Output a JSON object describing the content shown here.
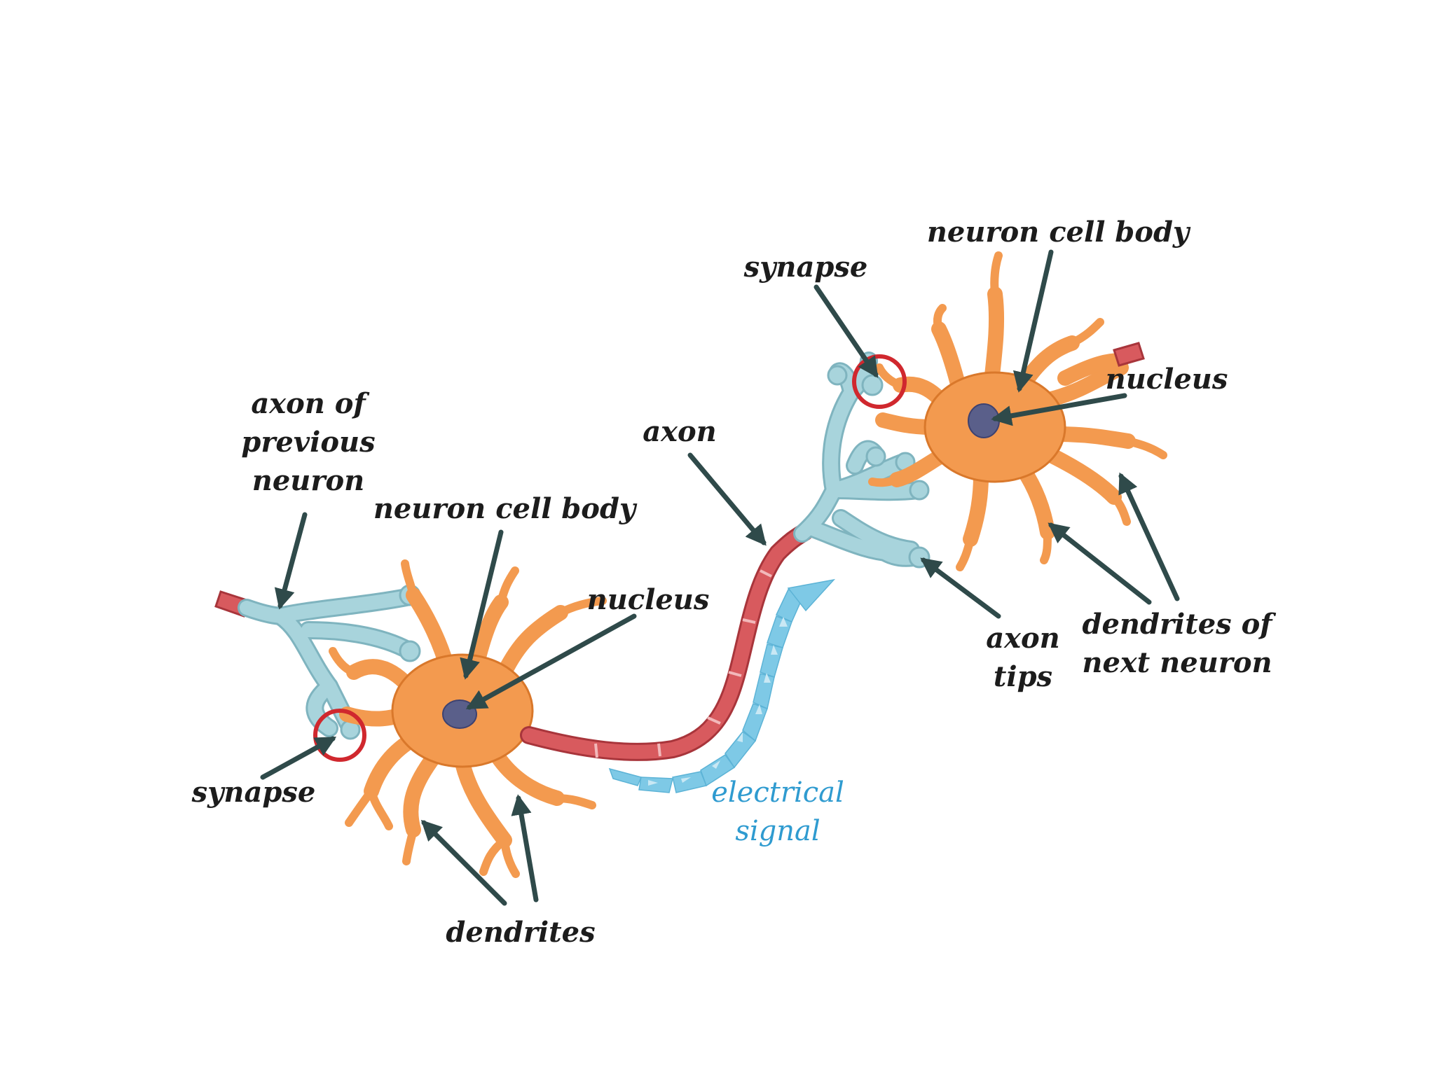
{
  "labels": {
    "axon_of_previous_neuron": [
      "axon of",
      "previous",
      "neuron"
    ],
    "neuron_cell_body_left": "neuron cell body",
    "nucleus_left": "nucleus",
    "synapse_left": "synapse",
    "dendrites": "dendrites",
    "axon": "axon",
    "electrical_signal": [
      "electrical",
      "signal"
    ],
    "synapse_right": "synapse",
    "neuron_cell_body_right": "neuron cell body",
    "nucleus_right": "nucleus",
    "axon_tips": [
      "axon",
      "tips"
    ],
    "dendrites_of_next_neuron": [
      "dendrites of",
      "next neuron"
    ]
  },
  "colors": {
    "label_text": "#1c1c1c",
    "signal_text": "#2f9bd0",
    "cell_body": "#f39a4f",
    "axon_terminal": "#a8d4dc",
    "myelin": "#d85a5e",
    "nucleus": "#5a5f8a",
    "synapse_ring": "#d0282e",
    "pointer": "#2f4a4a",
    "signal_arrows": "#7ec9e6"
  }
}
